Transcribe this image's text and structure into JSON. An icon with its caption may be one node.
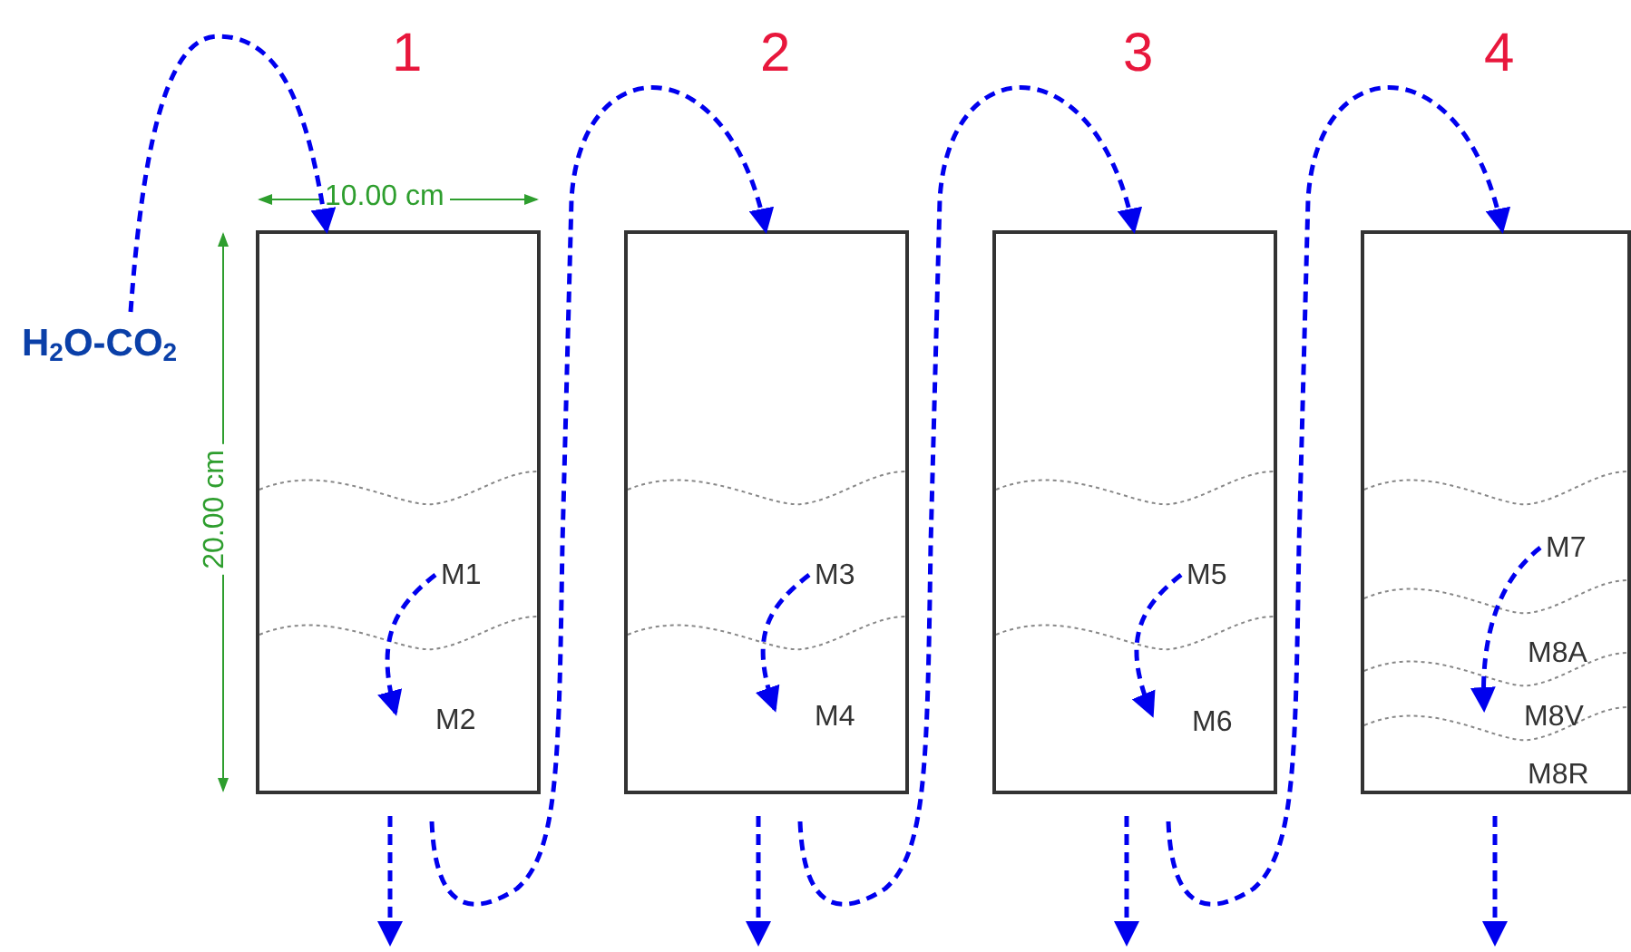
{
  "diagram": {
    "nodes": [
      {
        "text": [
          "H$_{2}$O-CO$_{2}$"
        ]
      },
      {
        "text": [
          "1"
        ]
      },
      {
        "text": [
          "M1"
        ],
        "in": 1
      },
      {
        "text": [
          "M2"
        ],
        "in": 1
      },
      {
        "text": [
          "2"
        ]
      },
      {
        "text": [
          "M3"
        ],
        "in": 4
      },
      {
        "text": [
          "M4"
        ],
        "in": 4
      },
      {
        "text": [
          "3"
        ]
      },
      {
        "text": [
          "M5"
        ],
        "in": 7
      },
      {
        "text": [
          "M6"
        ],
        "in": 7
      },
      {
        "text": [
          "4"
        ]
      },
      {
        "text": [
          "M7"
        ],
        "in": 10
      },
      {
        "text": [
          "M8A"
        ],
        "in": 10
      },
      {
        "text": [
          "M8V"
        ],
        "in": 10
      },
      {
        "text": [
          "M8R"
        ],
        "in": 10
      }
    ],
    "edges": [
      {
        "from": 0,
        "to": 1,
        "arrow": "to",
        "style": "dashed"
      },
      {
        "from": 2,
        "to": 3,
        "arrow": "to",
        "style": "dashed"
      },
      {
        "from": 1,
        "to": null,
        "arrow": "to",
        "style": "dashed"
      },
      {
        "from": 1,
        "to": 4,
        "arrow": "to",
        "style": "dashed"
      },
      {
        "from": 5,
        "to": 6,
        "arrow": "to",
        "style": "dashed"
      },
      {
        "from": 4,
        "to": null,
        "arrow": "to",
        "style": "dashed"
      },
      {
        "from": 4,
        "to": 7,
        "arrow": "to",
        "style": "dashed"
      },
      {
        "from": 8,
        "to": 9,
        "arrow": "to",
        "style": "dashed"
      },
      {
        "from": 7,
        "to": null,
        "arrow": "to",
        "style": "dashed"
      },
      {
        "from": 7,
        "to": 10,
        "arrow": "to",
        "style": "dashed"
      },
      {
        "from": 11,
        "to": 13,
        "arrow": "to",
        "style": "dashed"
      },
      {
        "from": 10,
        "to": null,
        "arrow": "to",
        "style": "dashed"
      }
    ],
    "labels": [
      "10.00 cm",
      "20.00 cm"
    ]
  }
}
